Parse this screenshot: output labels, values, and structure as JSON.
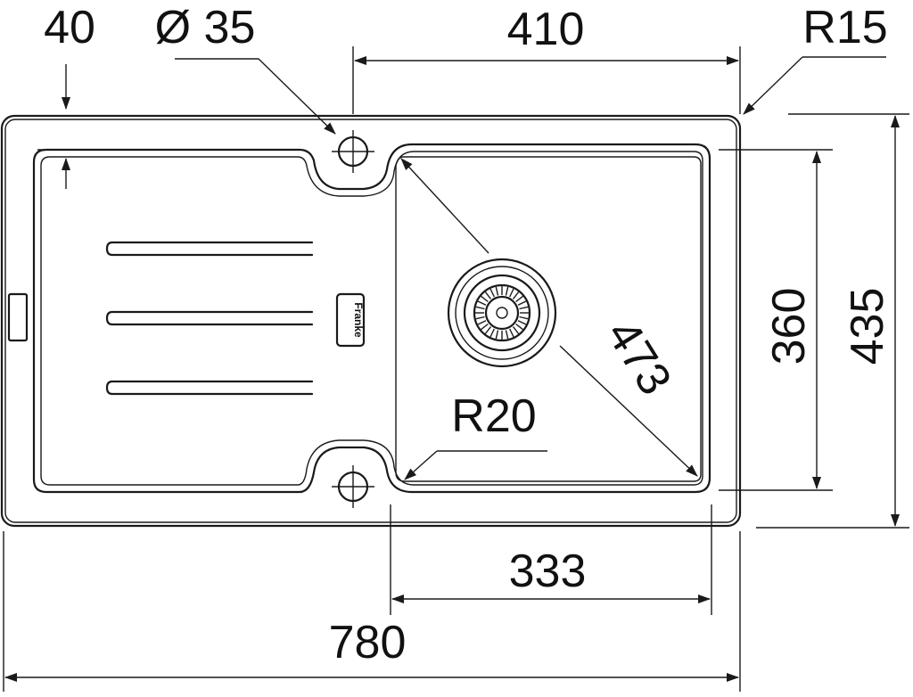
{
  "dimensions": {
    "drainer_inset": "40",
    "tap_hole": "Ø 35",
    "bowl_width_top": "410",
    "corner_radius_outer": "R15",
    "bowl_depth": "360",
    "total_depth": "435",
    "bowl_diagonal": "473",
    "corner_radius_bowl": "R20",
    "bowl_width_bottom": "333",
    "total_width": "780"
  },
  "logo": {
    "text": "Franke"
  }
}
